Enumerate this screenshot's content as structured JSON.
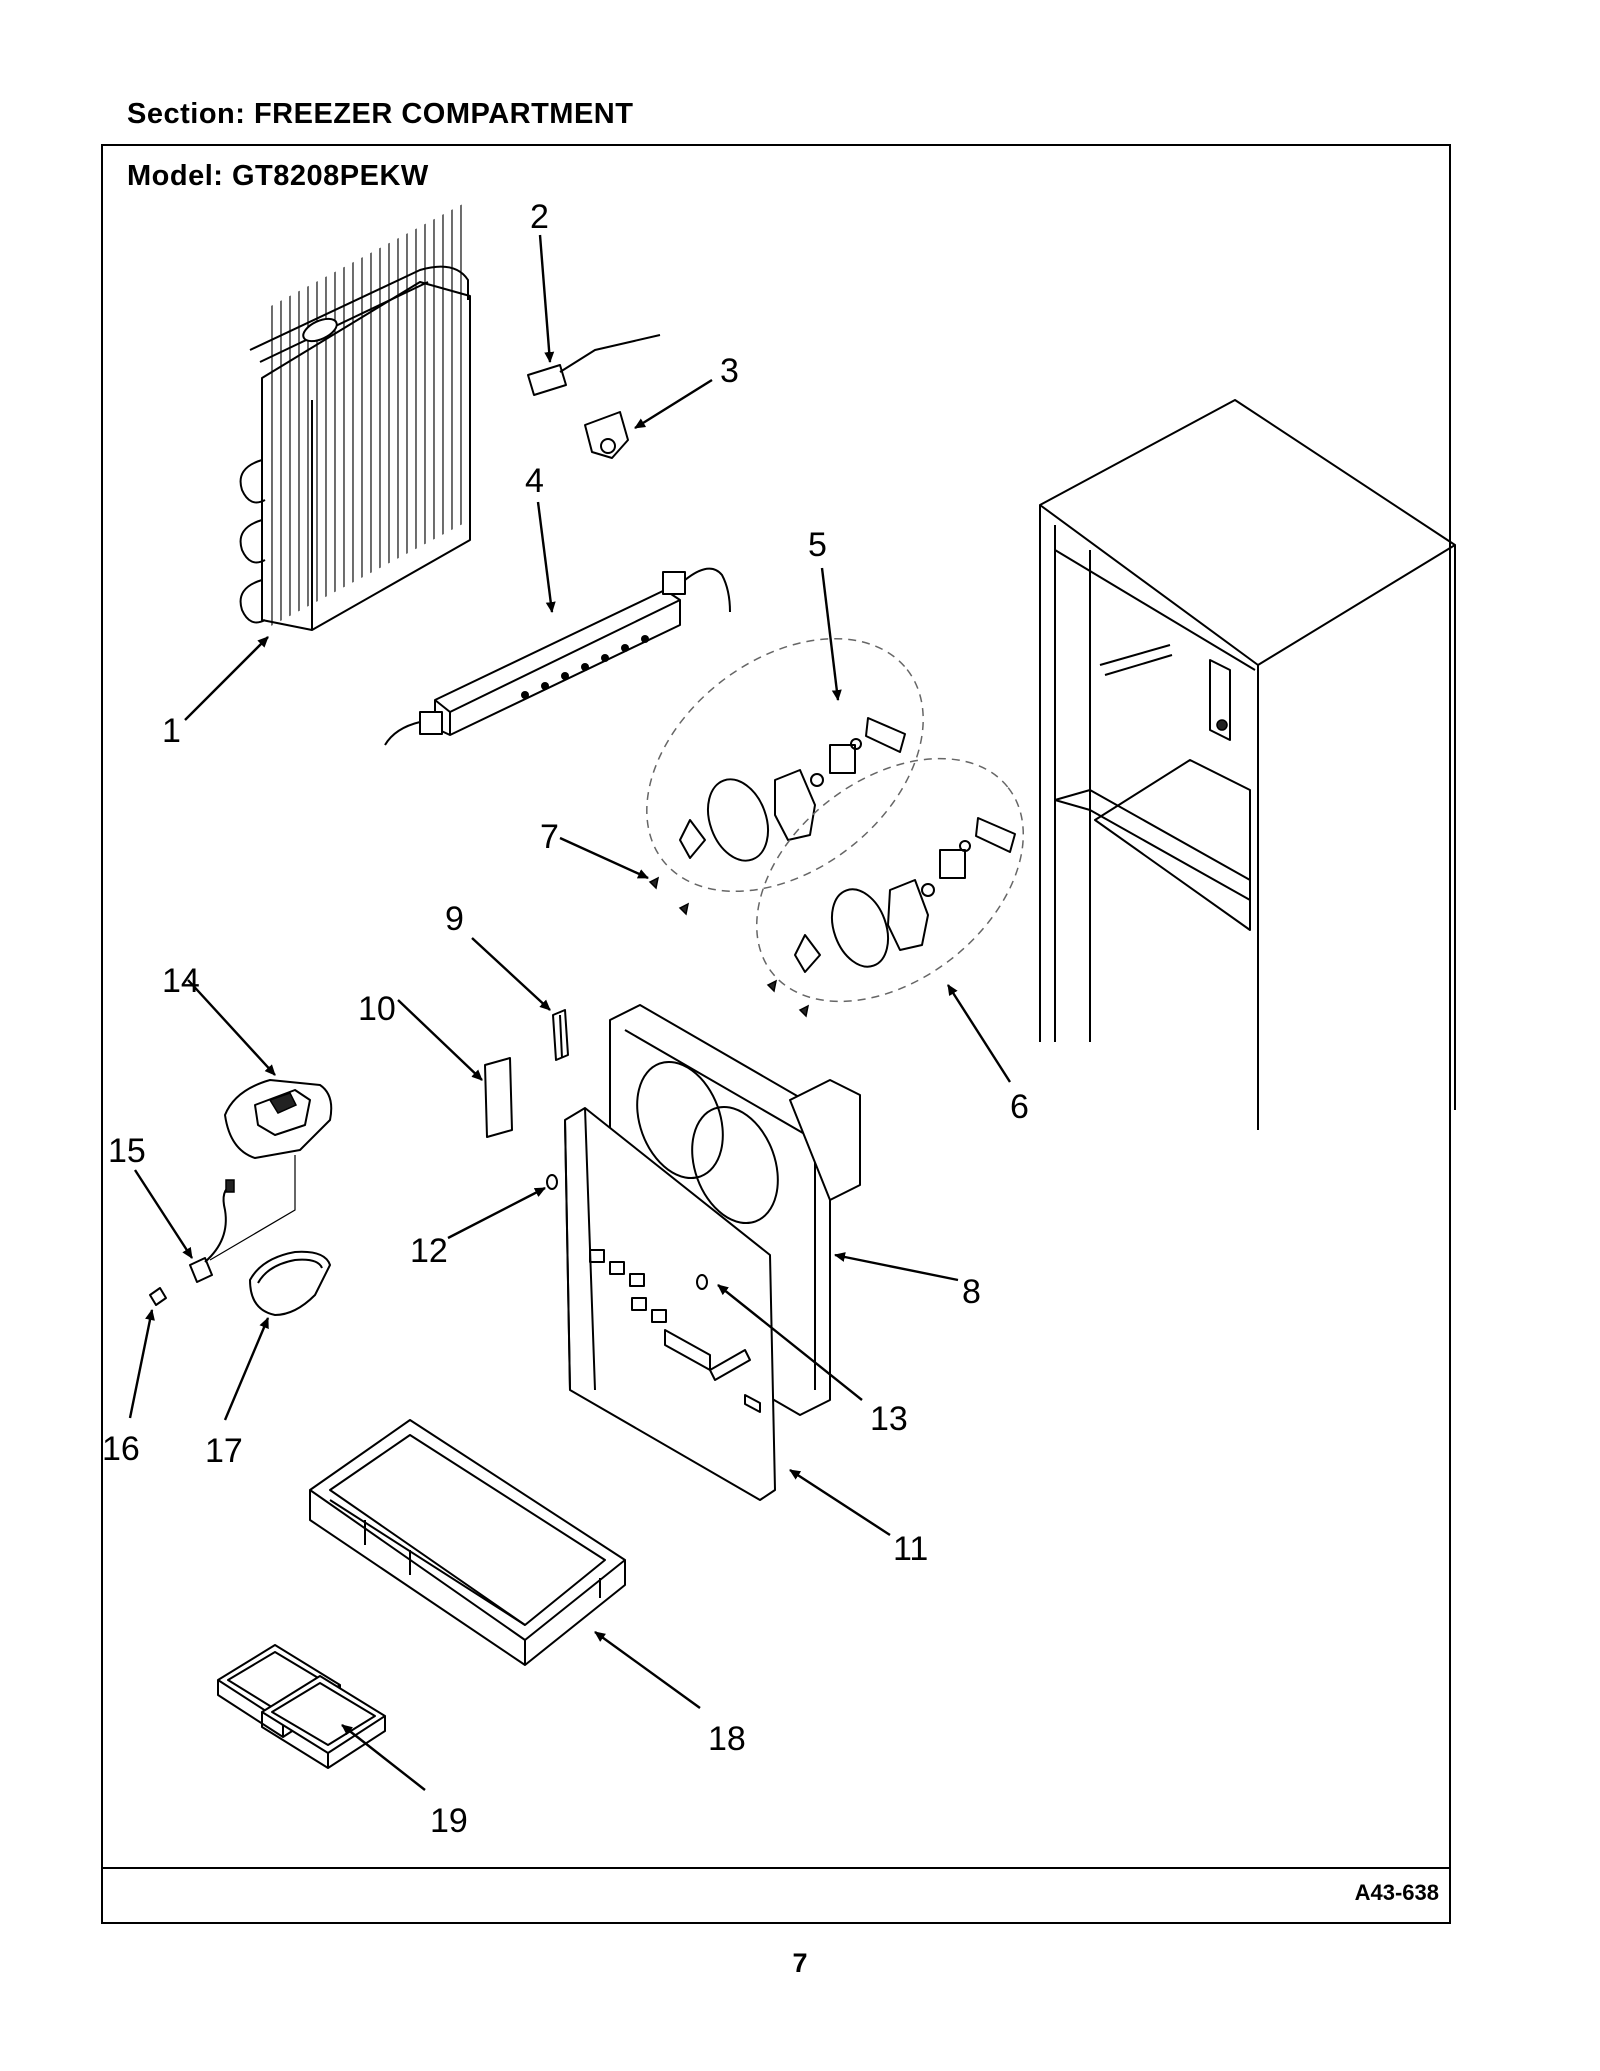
{
  "header": {
    "section_label": "Section:  FREEZER COMPARTMENT",
    "model_label": "Model:  GT8208PEKW"
  },
  "footer": {
    "drawing_number": "A43-638",
    "page_number": "7"
  },
  "callouts": [
    "1",
    "2",
    "3",
    "4",
    "5",
    "6",
    "7",
    "8",
    "9",
    "10",
    "11",
    "12",
    "13",
    "14",
    "15",
    "16",
    "17",
    "18",
    "19"
  ]
}
